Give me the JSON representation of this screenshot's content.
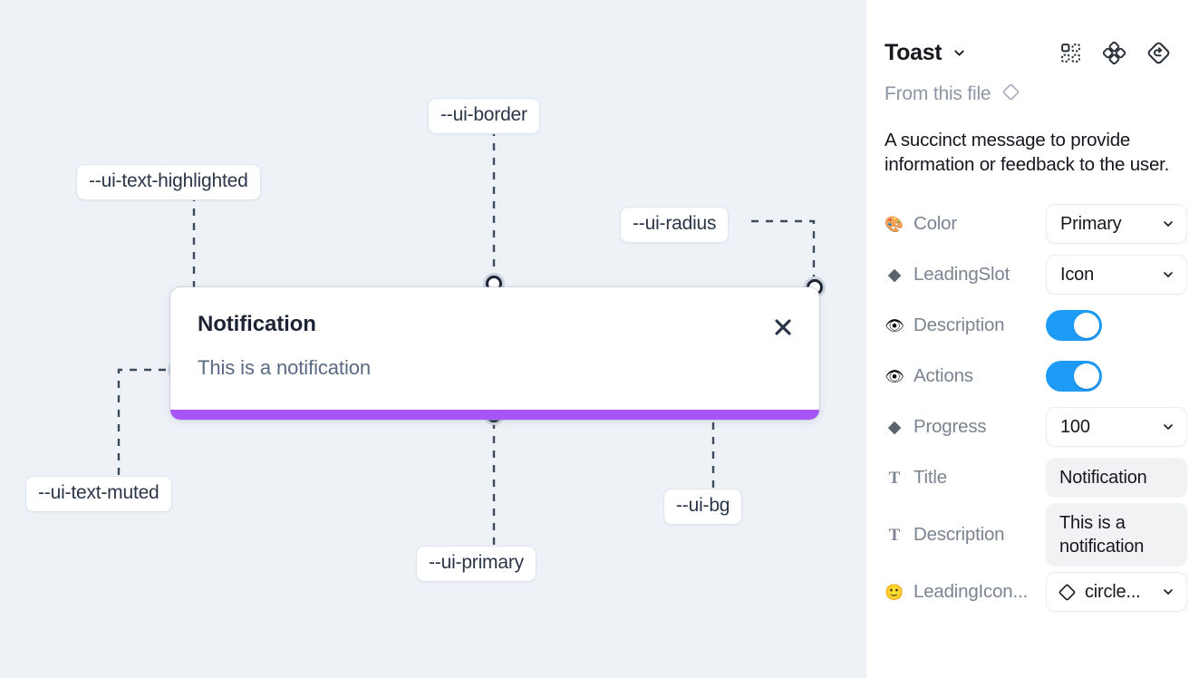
{
  "canvas": {
    "background_color": "#eef2f7",
    "toast": {
      "title": "Notification",
      "description": "This is a notification",
      "close_icon": "close-x-icon",
      "progress_color": "#a855f7",
      "background_color": "#ffffff"
    },
    "annotations": [
      {
        "id": "text-highlighted",
        "label": "--ui-text-highlighted"
      },
      {
        "id": "border",
        "label": "--ui-border"
      },
      {
        "id": "radius",
        "label": "--ui-radius"
      },
      {
        "id": "text-muted",
        "label": "--ui-text-muted"
      },
      {
        "id": "primary",
        "label": "--ui-primary"
      },
      {
        "id": "bg",
        "label": "--ui-bg"
      }
    ]
  },
  "panel": {
    "title": "Toast",
    "title_chevron_icon": "chevron-down-icon",
    "header_icons": [
      {
        "name": "component-variants-icon"
      },
      {
        "name": "four-diamonds-icon"
      },
      {
        "name": "reset-diamond-icon"
      }
    ],
    "from_file_label": "From this file",
    "from_file_icon": "diamond-outline-icon",
    "description": "A succinct message to provide information or feedback to the user.",
    "properties": [
      {
        "name": "Color",
        "icon": "palette-emoji",
        "icon_glyph": "🎨",
        "control": "select",
        "value": "Primary"
      },
      {
        "name": "LeadingSlot",
        "icon": "diamond-filled-icon",
        "icon_glyph": "◆",
        "control": "select",
        "value": "Icon"
      },
      {
        "name": "Description",
        "icon": "eye-emoji",
        "icon_glyph": "👁",
        "control": "toggle",
        "value": "on"
      },
      {
        "name": "Actions",
        "icon": "eye-emoji",
        "icon_glyph": "👁",
        "control": "toggle",
        "value": "on"
      },
      {
        "name": "Progress",
        "icon": "diamond-filled-icon",
        "icon_glyph": "◆",
        "control": "select",
        "value": "100"
      },
      {
        "name": "Title",
        "icon": "text-t-icon",
        "icon_glyph": "T",
        "control": "textfield",
        "value": "Notification"
      },
      {
        "name": "Description",
        "icon": "text-t-icon",
        "icon_glyph": "T",
        "control": "textfield",
        "value": "This is a notification"
      },
      {
        "name": "LeadingIcon...",
        "icon": "smiley-emoji",
        "icon_glyph": "🙂",
        "control": "select-with-icon",
        "value": "circle...",
        "lead_icon": "diamond-outline-icon"
      }
    ]
  },
  "colors": {
    "accent_purple": "#a855f7",
    "toggle_blue": "#1e9bf7",
    "canvas_bg": "#eef2f7",
    "connector": "#3c4a5e"
  }
}
